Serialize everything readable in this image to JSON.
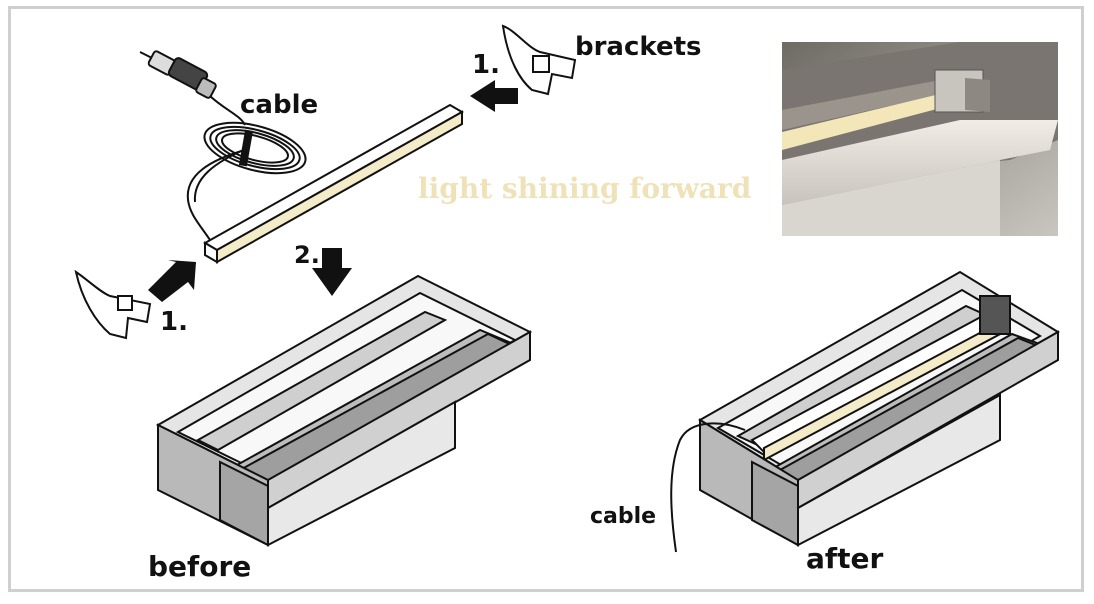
{
  "labels": {
    "brackets": "brackets",
    "cable_top": "cable",
    "light_note": "light shining forward",
    "step1_top": "1.",
    "step1_left": "1.",
    "step2": "2.",
    "cable_bottom": "cable",
    "before": "before",
    "after": "after"
  },
  "colors": {
    "frame_border": "#cfcfcf",
    "light_strip": "#f4ebc9",
    "light_text": "#efe2b8",
    "line": "#111111",
    "profile_gray": "#b9b9b9"
  }
}
